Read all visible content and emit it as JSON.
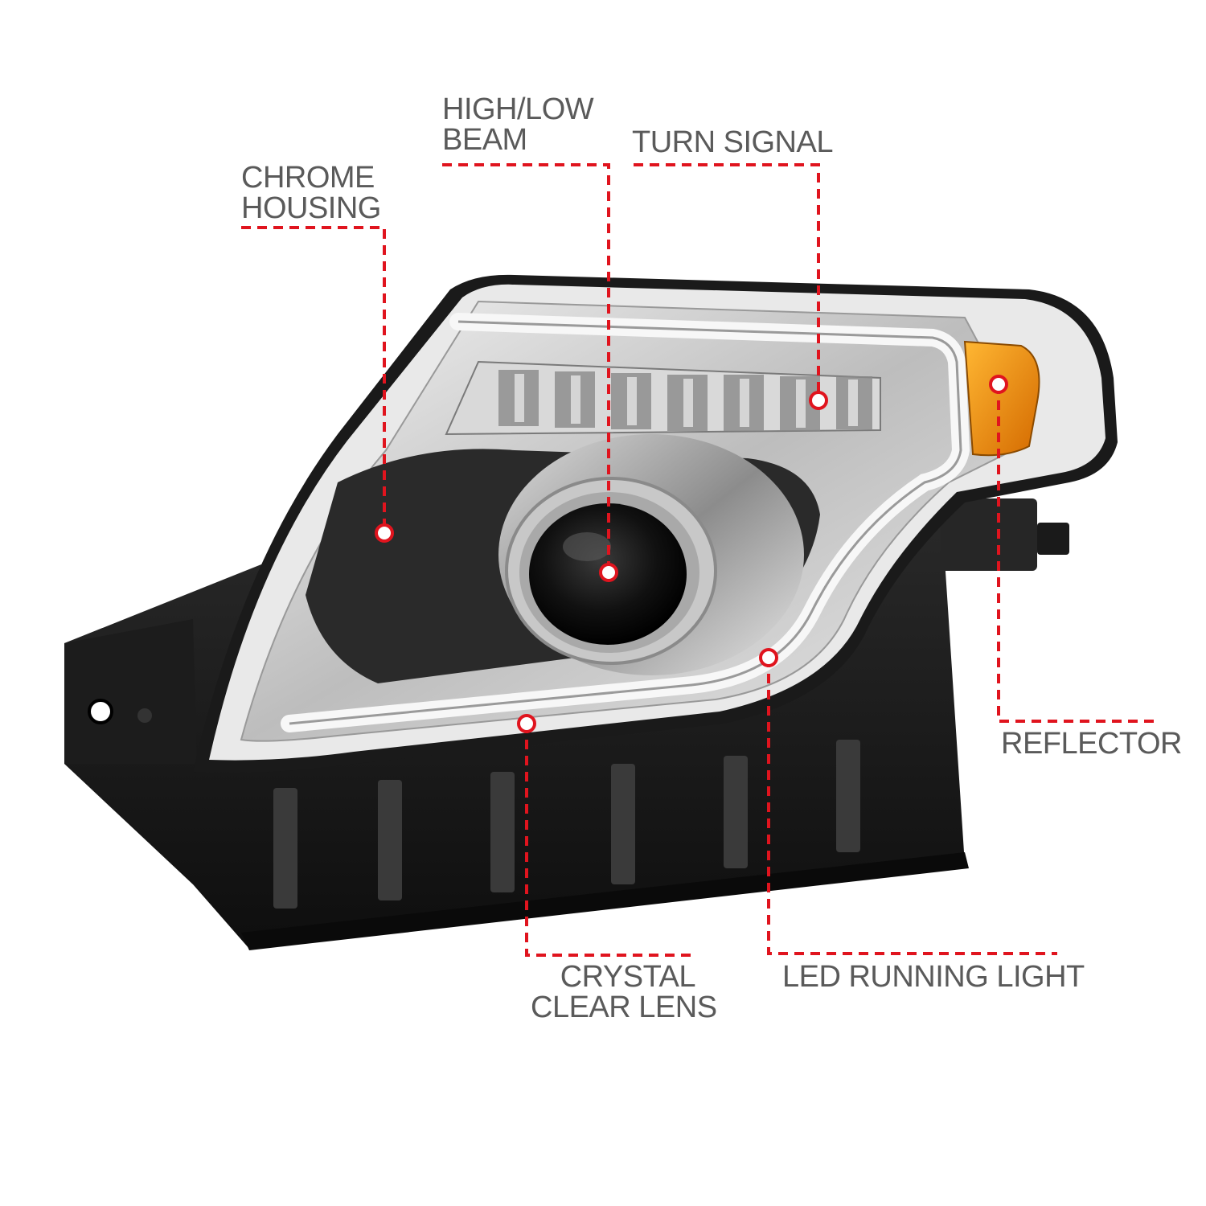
{
  "accent_color": "#e0141e",
  "text_color": "#5a5a5a",
  "callouts": {
    "high_low_beam": {
      "lines": [
        "HIGH/LOW",
        "BEAM"
      ]
    },
    "turn_signal": {
      "lines": [
        "TURN SIGNAL"
      ]
    },
    "chrome_housing": {
      "lines": [
        "CHROME",
        "HOUSING"
      ]
    },
    "reflector": {
      "lines": [
        "REFLECTOR"
      ]
    },
    "crystal_clear_lens": {
      "lines": [
        "CRYSTAL",
        "CLEAR LENS"
      ]
    },
    "led_running_light": {
      "lines": [
        "LED RUNNING LIGHT"
      ]
    }
  }
}
